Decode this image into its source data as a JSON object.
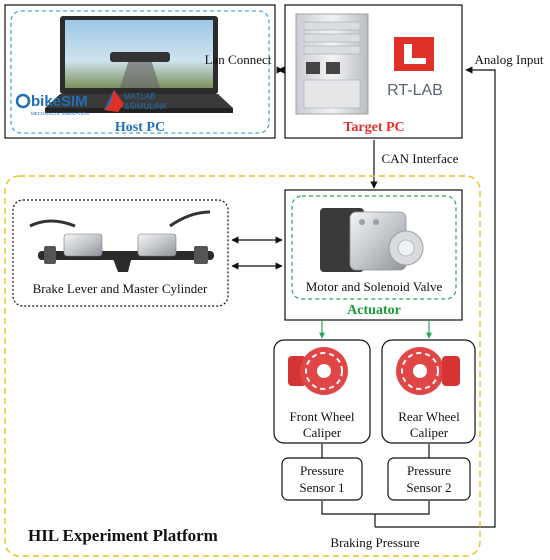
{
  "host_pc": {
    "title": "Host PC",
    "logo_bikesim": "bikeSIM",
    "logo_bikesim_sub": "MECHANICAL SIMULATION",
    "logo_matlab": "MATLAB",
    "logo_simulink": "&SIMULINK"
  },
  "target_pc": {
    "title": "Target PC",
    "logo_rtlab": "RT-LAB"
  },
  "links": {
    "lan": "Lan Connect",
    "analog": "Analog Input",
    "can": "CAN Interface",
    "braking": "Braking Pressure"
  },
  "brake_lever": {
    "label": "Brake Lever and Master Cylinder"
  },
  "actuator": {
    "title": "Actuator",
    "component": "Motor and Solenoid Valve"
  },
  "front_caliper": {
    "line1": "Front Wheel",
    "line2": "Caliper"
  },
  "rear_caliper": {
    "line1": "Rear Wheel",
    "line2": "Caliper"
  },
  "sensor1": {
    "line1": "Pressure",
    "line2": "Sensor 1"
  },
  "sensor2": {
    "line1": "Pressure",
    "line2": "Sensor 2"
  },
  "platform": {
    "title": "HIL Experiment Platform"
  },
  "colors": {
    "accent_blue": "#1f6fb4",
    "accent_red": "#e0302a",
    "accent_green": "#1a9a3a",
    "platform_border": "#e8c21c",
    "host_border": "#4aa8d8",
    "actuator_border": "#2aa558"
  }
}
